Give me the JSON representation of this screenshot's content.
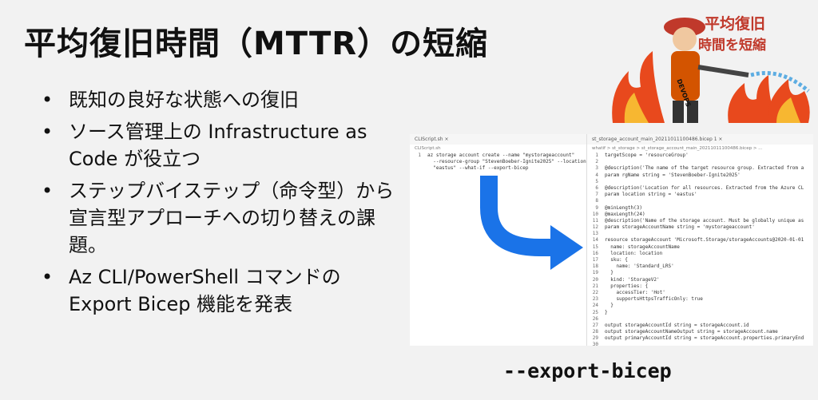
{
  "title": "平均復旧時間（MTTR）の短縮",
  "bullets": [
    "既知の良好な状態への復旧",
    "ソース管理上の Infrastructure as Code が役立つ",
    "ステップバイステップ（命令型）から宣言型アプローチへの切り替えの課題。",
    "Az CLI/PowerShell コマンドの Export Bicep 機能を発表"
  ],
  "illustration": {
    "sign_text_1": "平均復旧",
    "sign_text_2": "時間を短縮",
    "badge": "DEVOPS"
  },
  "cli_editor": {
    "tab": "CLIScript.sh  ×",
    "breadcrumb": "CLIScript.sh",
    "lines": [
      "az storage account create --name \"mystorageaccount\"",
      "  --resource-group \"StevenBoeber-Ignite2025\" --location",
      "  \"eastus\" --what-if --export-bicep"
    ]
  },
  "bicep_editor": {
    "tab": "st_storage_account_main_20211011100486.bicep 1  ×",
    "breadcrumb": "whatif > st_storage > st_storage_account_main_20211011100486.bicep > ...",
    "lines": [
      "targetScope = 'resourceGroup'",
      "",
      "@description('The name of the target resource group. Extracted from a",
      "param rgName string = 'StevenBoeber-Ignite2025'",
      "",
      "@description('Location for all resources. Extracted from the Azure CL",
      "param location string = 'eastus'",
      "",
      "@minLength(3)",
      "@maxLength(24)",
      "@description('Name of the storage account. Must be globally unique as",
      "param storageAccountName string = 'mystorageaccount'",
      "",
      "resource storageAccount 'Microsoft.Storage/storageAccounts@2020-01-01",
      "  name: storageAccountName",
      "  location: location",
      "  sku: {",
      "    name: 'Standard_LRS'",
      "  }",
      "  kind: 'StorageV2'",
      "  properties: {",
      "    accessTier: 'Hot'",
      "    supportsHttpsTrafficOnly: true",
      "  }",
      "}",
      "",
      "output storageAccountId string = storageAccount.id",
      "output storageAccountNameOutput string = storageAccount.name",
      "output primaryAccountId string = storageAccount.properties.primaryEnd",
      ""
    ]
  },
  "caption": "--export-bicep",
  "colors": {
    "arrow": "#1a73e8",
    "background": "#f2f2f2"
  }
}
